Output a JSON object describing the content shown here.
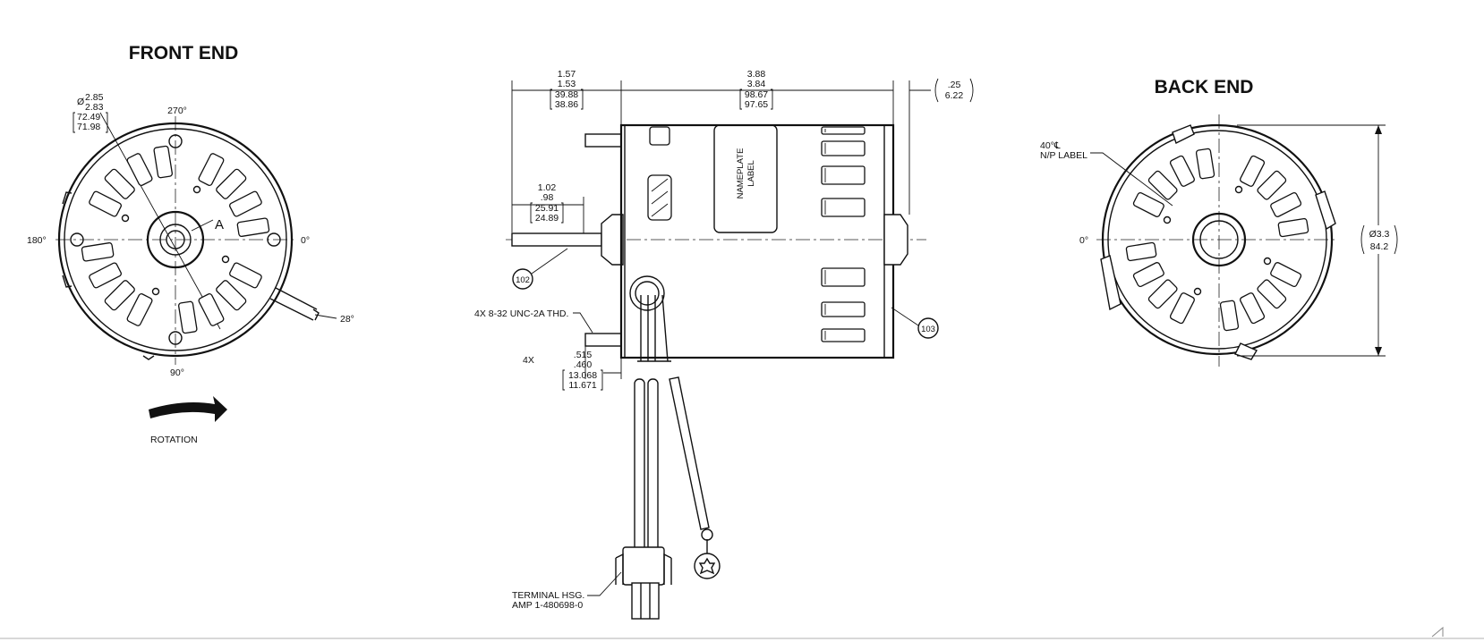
{
  "views": {
    "front_title": "FRONT END",
    "back_title": "BACK END"
  },
  "front": {
    "dia_sym": "Ø",
    "dia_1": "2.85",
    "dia_2": "2.83",
    "dia_mm_1": "72.49",
    "dia_mm_2": "71.98",
    "angle_top": "270°",
    "angle_bottom": "90°",
    "angle_left": "180°",
    "angle_right": "0°",
    "angle_lead": "28°",
    "shaft_label": "A",
    "rotation_label": "ROTATION"
  },
  "side": {
    "dim_left_1": "1.57",
    "dim_left_2": "1.53",
    "dim_left_mm_1": "39.88",
    "dim_left_mm_2": "38.86",
    "dim_body_1": "3.88",
    "dim_body_2": "3.84",
    "dim_body_mm_1": "98.67",
    "dim_body_mm_2": "97.65",
    "dim_right_1": ".25",
    "dim_right_mm": "6.22",
    "dim_shaft_1": "1.02",
    "dim_shaft_2": ".98",
    "dim_shaft_mm_1": "25.91",
    "dim_shaft_mm_2": "24.89",
    "nameplate_1": "NAMEPLATE",
    "nameplate_2": "LABEL",
    "balloon_102": "102",
    "balloon_103": "103",
    "thread_note": "4X 8-32 UNC-2A THD.",
    "stud_qty": "4X",
    "stud_1": ".515",
    "stud_2": ".460",
    "stud_mm_1": "13.068",
    "stud_mm_2": "11.671",
    "terminal_1": "TERMINAL HSG.",
    "terminal_2": "AMP 1-480698-0"
  },
  "back": {
    "np_label_1": "40°℄",
    "np_label_2": "N/P LABEL",
    "angle_right": "0°",
    "dia_1": "Ø3.3",
    "dia_mm": "84.2"
  }
}
